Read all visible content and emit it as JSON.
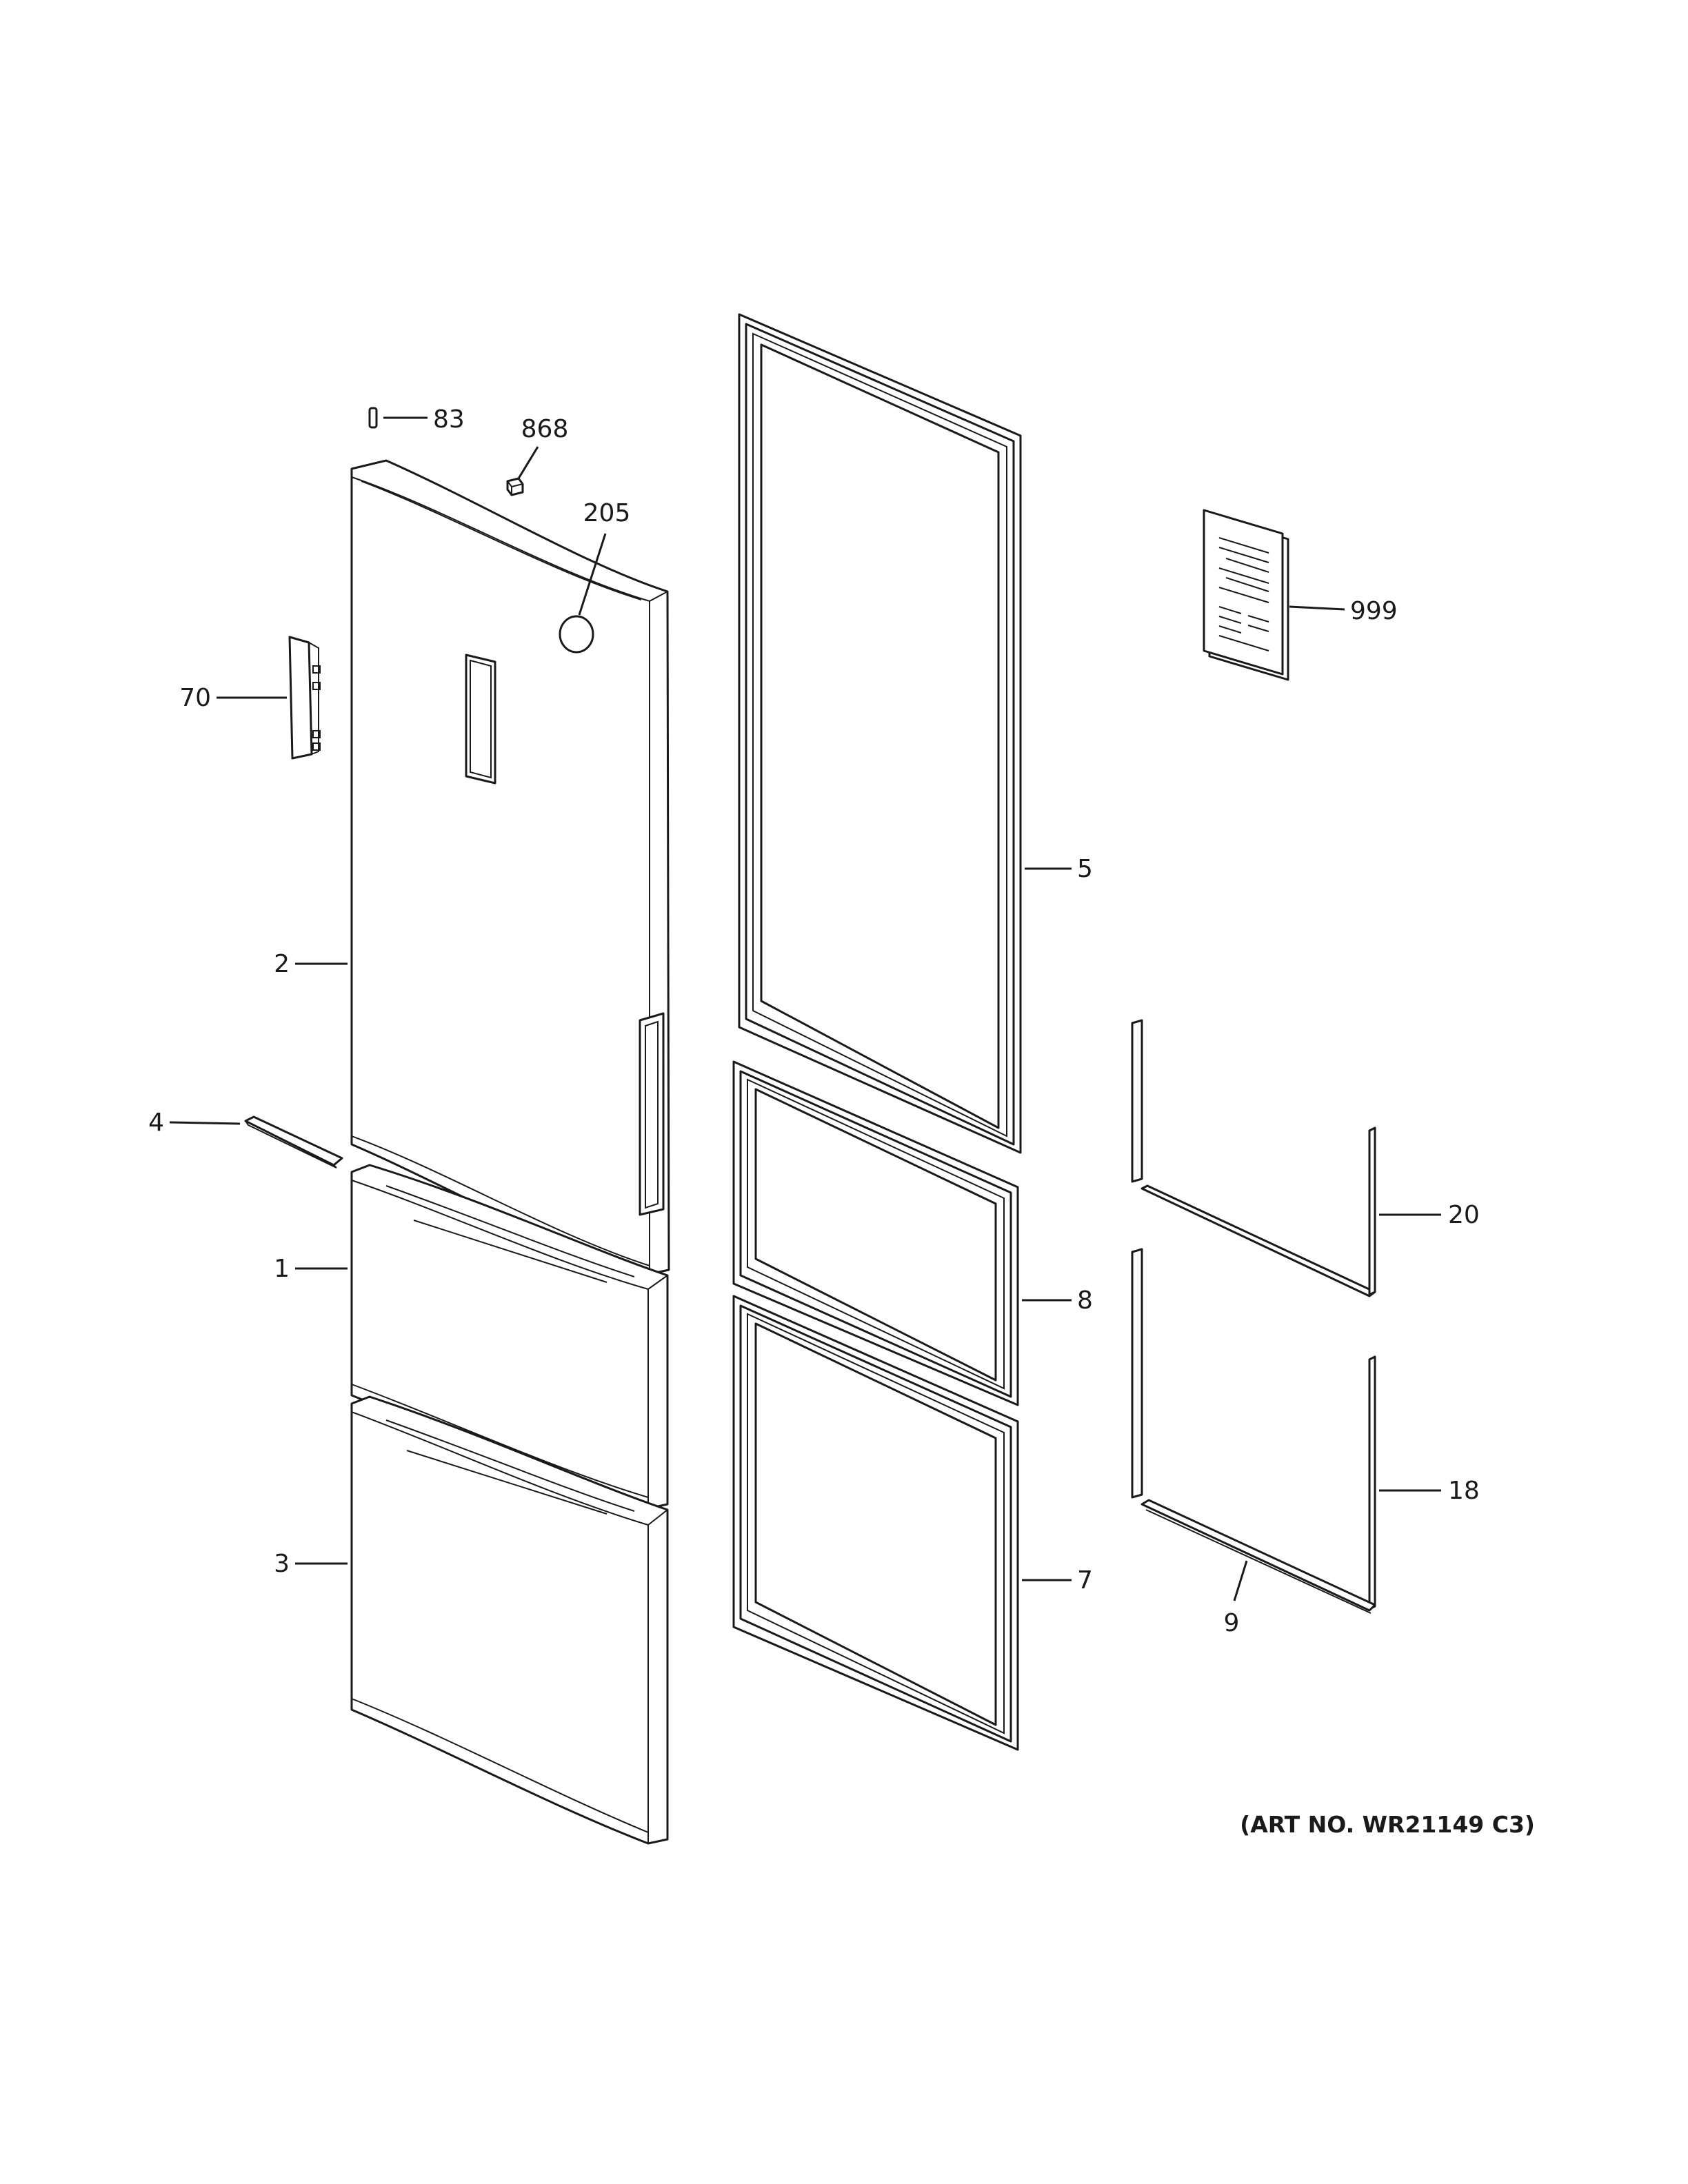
{
  "diagram": {
    "callouts": {
      "c83": "83",
      "c868": "868",
      "c205": "205",
      "c70": "70",
      "c2": "2",
      "c4": "4",
      "c1": "1",
      "c3": "3",
      "c5": "5",
      "c8": "8",
      "c7": "7",
      "c999": "999",
      "c20": "20",
      "c18": "18",
      "c9": "9"
    },
    "art_number": "(ART NO. WR21149 C3)"
  }
}
